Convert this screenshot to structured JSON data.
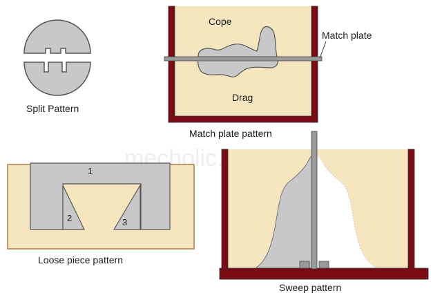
{
  "watermark": "mecholic.com",
  "split_pattern": {
    "caption": "Split Pattern"
  },
  "match_plate_pattern": {
    "caption": "Match plate pattern",
    "cope_label": "Cope",
    "drag_label": "Drag",
    "plate_label": "Match plate"
  },
  "loose_piece_pattern": {
    "caption": "Loose piece pattern",
    "piece_numbers": [
      "1",
      "2",
      "3"
    ]
  },
  "sweep_pattern": {
    "caption": "Sweep pattern"
  },
  "colors": {
    "sand": "#f5e6bf",
    "frame": "#7a0a14",
    "pattern_gray": "#c8c8c8",
    "outline": "#555555",
    "rod_gray": "#9a9a9a"
  }
}
